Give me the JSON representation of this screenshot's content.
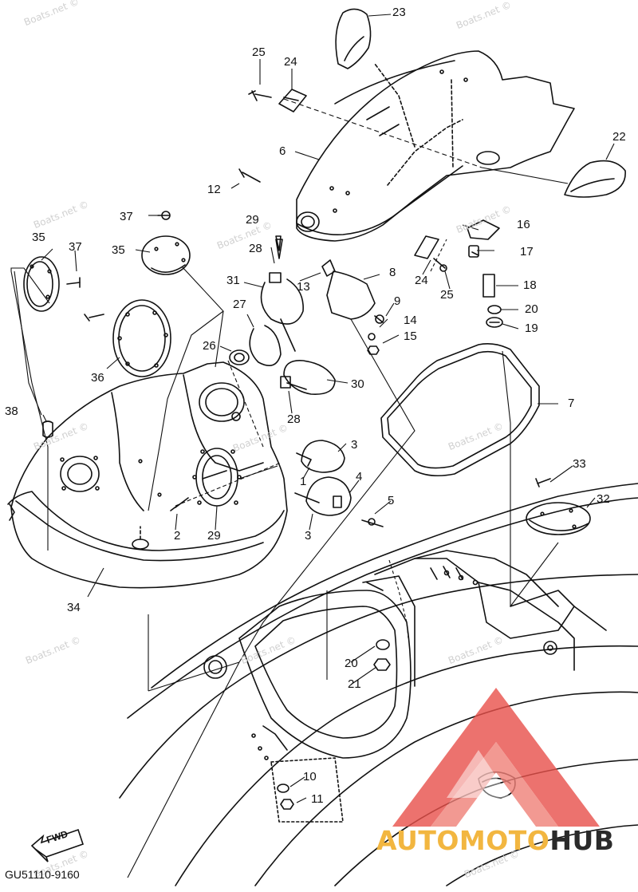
{
  "diagram": {
    "code": "GU51110-9160",
    "fwd_label": "FWD",
    "watermark": "Boats.net ©",
    "brand": {
      "part1": "AUTOMOTO",
      "part2": "HUB",
      "primary": "#f2b640",
      "triangle": "#e8504a",
      "dark": "#2a2a2a"
    },
    "callouts": [
      "23",
      "25",
      "24",
      "6",
      "22",
      "12",
      "37",
      "29",
      "16",
      "35",
      "37",
      "35",
      "28",
      "17",
      "8",
      "13",
      "31",
      "24",
      "25",
      "18",
      "9",
      "27",
      "20",
      "14",
      "15",
      "26",
      "19",
      "30",
      "7",
      "38",
      "28",
      "36",
      "3",
      "1",
      "4",
      "5",
      "34",
      "2",
      "29",
      "3",
      "33",
      "32",
      "20",
      "21",
      "10",
      "11"
    ]
  }
}
